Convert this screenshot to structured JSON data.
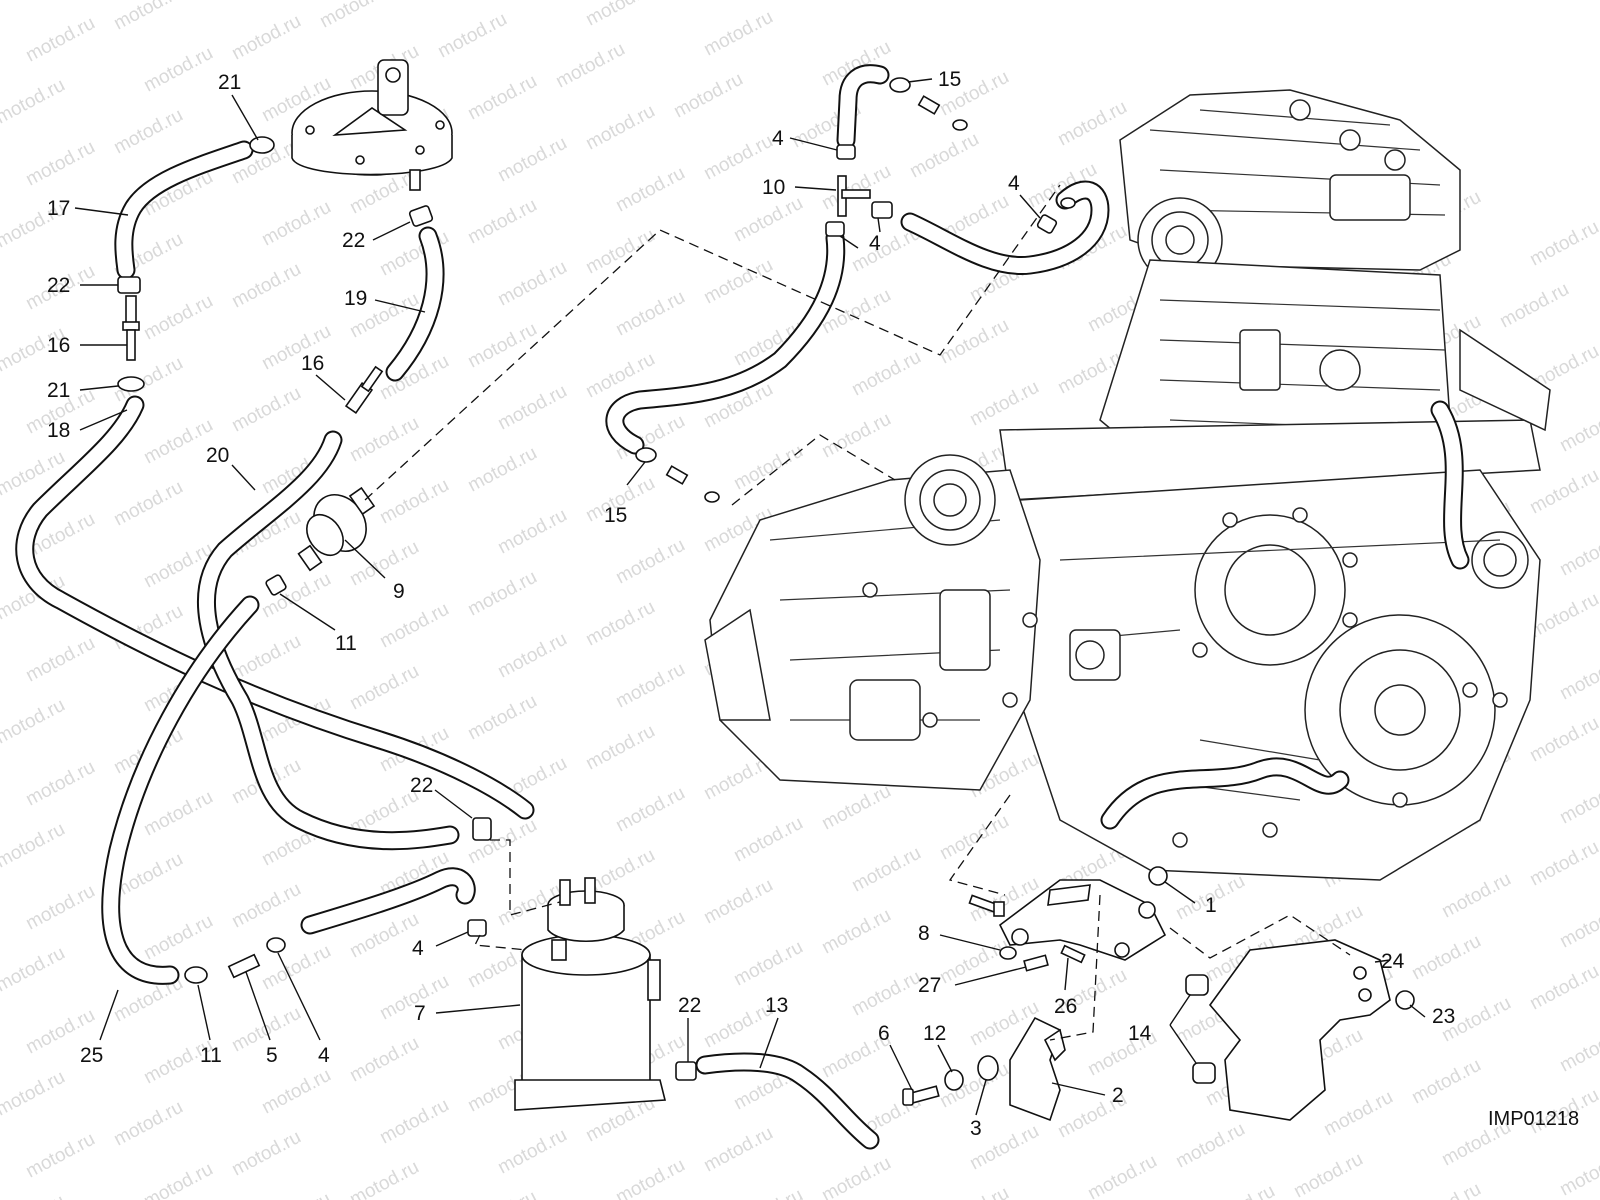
{
  "diagram": {
    "drawing_ref": "IMP01218",
    "watermark": "motod.ru",
    "callouts": [
      {
        "id": "c-21-top",
        "label": "21"
      },
      {
        "id": "c-17",
        "label": "17"
      },
      {
        "id": "c-22-left",
        "label": "22"
      },
      {
        "id": "c-16-left",
        "label": "16"
      },
      {
        "id": "c-21-left",
        "label": "21"
      },
      {
        "id": "c-18",
        "label": "18"
      },
      {
        "id": "c-22-cap",
        "label": "22"
      },
      {
        "id": "c-19",
        "label": "19"
      },
      {
        "id": "c-16-mid",
        "label": "16"
      },
      {
        "id": "c-20",
        "label": "20"
      },
      {
        "id": "c-9",
        "label": "9"
      },
      {
        "id": "c-11-mid",
        "label": "11"
      },
      {
        "id": "c-15-top",
        "label": "15"
      },
      {
        "id": "c-4-top",
        "label": "4"
      },
      {
        "id": "c-10",
        "label": "10"
      },
      {
        "id": "c-4-right",
        "label": "4"
      },
      {
        "id": "c-4-mid",
        "label": "4"
      },
      {
        "id": "c-15-mid",
        "label": "15"
      },
      {
        "id": "c-22-canister",
        "label": "22"
      },
      {
        "id": "c-4-canister",
        "label": "4"
      },
      {
        "id": "c-7",
        "label": "7"
      },
      {
        "id": "c-25",
        "label": "25"
      },
      {
        "id": "c-11-low",
        "label": "11"
      },
      {
        "id": "c-5",
        "label": "5"
      },
      {
        "id": "c-4-low",
        "label": "4"
      },
      {
        "id": "c-22-low",
        "label": "22"
      },
      {
        "id": "c-13",
        "label": "13"
      },
      {
        "id": "c-1",
        "label": "1"
      },
      {
        "id": "c-8",
        "label": "8"
      },
      {
        "id": "c-27",
        "label": "27"
      },
      {
        "id": "c-26",
        "label": "26"
      },
      {
        "id": "c-24",
        "label": "24"
      },
      {
        "id": "c-23",
        "label": "23"
      },
      {
        "id": "c-14",
        "label": "14"
      },
      {
        "id": "c-6",
        "label": "6"
      },
      {
        "id": "c-12",
        "label": "12"
      },
      {
        "id": "c-3",
        "label": "3"
      },
      {
        "id": "c-2",
        "label": "2"
      }
    ]
  }
}
